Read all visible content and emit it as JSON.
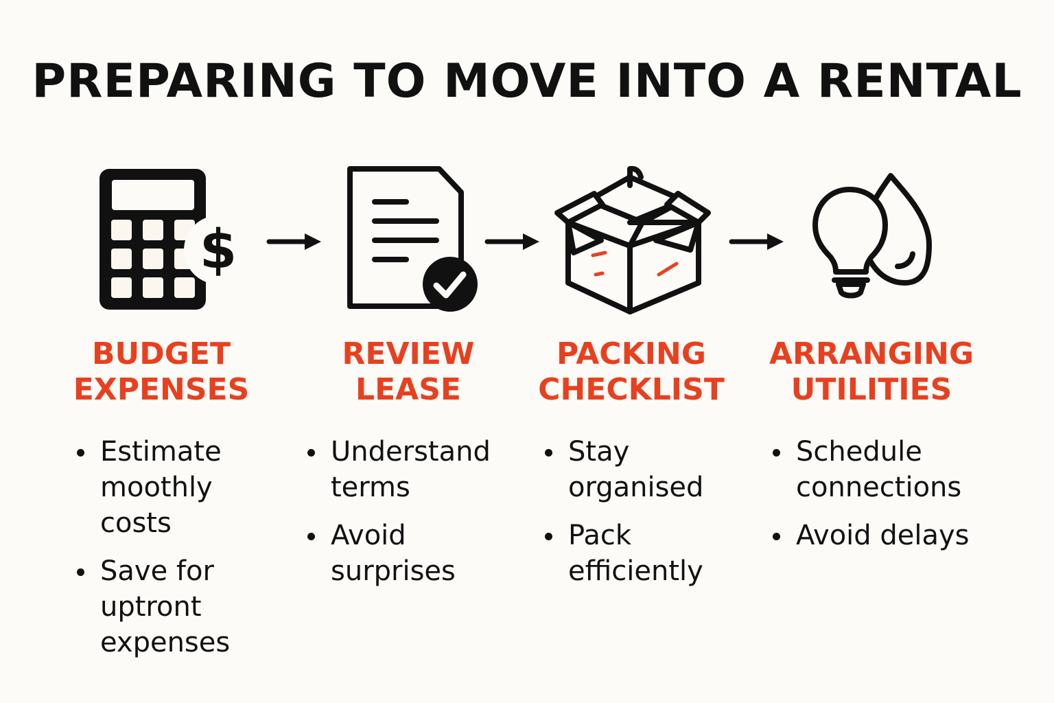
{
  "title": "PREPARING TO MOVE INTO A RENTAL",
  "colors": {
    "accent": "#e8401f",
    "ink": "#111111",
    "background": "#fcfbf8"
  },
  "steps": [
    {
      "icon": "calculator-dollar-icon",
      "title_lines": [
        "BUDGET",
        "EXPENSES"
      ],
      "bullets": [
        "Estimate moothly costs",
        "Save for uptront expenses"
      ]
    },
    {
      "icon": "document-check-icon",
      "title_lines": [
        "REVIEW",
        "LEASE"
      ],
      "bullets": [
        "Understand terms",
        "Avoid surprises"
      ]
    },
    {
      "icon": "open-box-icon",
      "title_lines": [
        "PACKING",
        "CHECKLIST"
      ],
      "bullets": [
        "Stay organised",
        "Pack efficiently"
      ]
    },
    {
      "icon": "lightbulb-water-drop-icon",
      "title_lines": [
        "ARRANGING",
        "UTILITIES"
      ],
      "bullets": [
        "Schedule connections",
        "Avoid delays"
      ]
    }
  ]
}
